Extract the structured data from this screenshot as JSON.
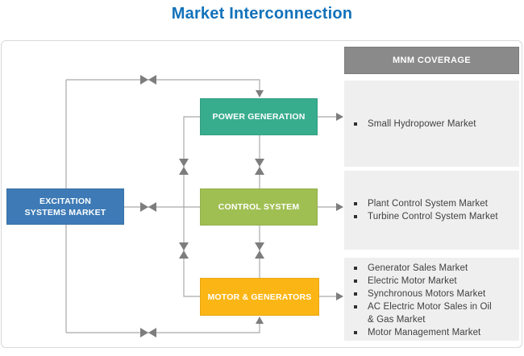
{
  "title": {
    "text": "Market Interconnection",
    "color": "#1372BA"
  },
  "diagram": {
    "excitation_box": {
      "label": "EXCITATION SYSTEMS MARKET",
      "color": "#3E7BB6"
    },
    "nodes": [
      {
        "label": "POWER GENERATION",
        "color": "#38AD8E"
      },
      {
        "label": "CONTROL SYSTEM",
        "color": "#A0BF53"
      },
      {
        "label": "MOTOR & GENERATORS",
        "color": "#FBB615"
      }
    ],
    "connector_colors": {
      "line": "#A9A9A9",
      "symbol": "#7D7D7D"
    }
  },
  "coverage": {
    "header": {
      "label": "MNM COVERAGE",
      "color": "#8A8A8A"
    },
    "panel_background": "#EFEFEF",
    "panels": [
      {
        "items": [
          "Small Hydropower Market"
        ]
      },
      {
        "items": [
          "Plant Control System Market",
          "Turbine Control System Market"
        ]
      },
      {
        "items": [
          "Generator Sales Market",
          "Electric Motor Market",
          "Synchronous Motors Market",
          "AC Electric Motor Sales in Oil & Gas Market",
          "Motor Management Market"
        ]
      }
    ]
  }
}
